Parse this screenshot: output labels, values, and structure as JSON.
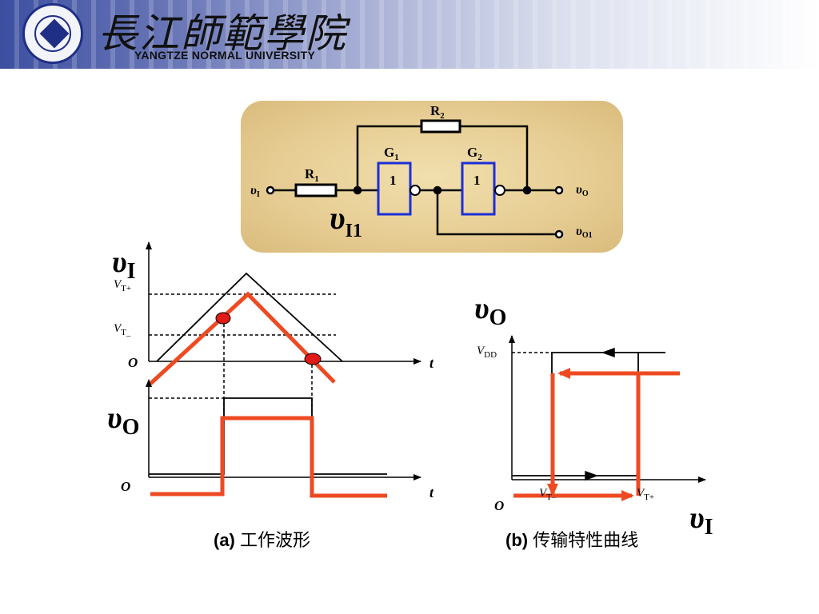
{
  "header": {
    "school_name_cn": "長江師範學院",
    "school_name_en": "YANGTZE NORMAL UNIVERSITY"
  },
  "circuit": {
    "r1": "R",
    "r1_sub": "1",
    "r2": "R",
    "r2_sub": "2",
    "g1": "G",
    "g1_sub": "1",
    "g2": "G",
    "g2_sub": "2",
    "g1_symbol": "1",
    "g2_symbol": "1",
    "vi": "υ",
    "vi_sub": "I",
    "vo": "υ",
    "vo_sub": "O",
    "vo1": "υ",
    "vo1_sub": "O1",
    "vi1": "υ",
    "vi1_sub": "I1"
  },
  "waveform": {
    "vi_axis": "υ",
    "vi_axis_sub": "I",
    "vt_plus": "V",
    "vt_plus_sub": "T+",
    "vt_minus": "V",
    "vt_minus_sub": "T_",
    "origin_top": "O",
    "t_top": "t",
    "vo_axis": "υ",
    "vo_axis_sub": "O",
    "origin_bottom": "O",
    "t_bottom": "t",
    "caption_prefix": "(a)",
    "caption_text": "工作波形"
  },
  "transfer": {
    "vo_axis": "υ",
    "vo_axis_sub": "O",
    "vdd": "V",
    "vdd_sub": "DD",
    "origin": "O",
    "vt_minus": "V",
    "vt_minus_sub": "T–",
    "vt_plus": "V",
    "vt_plus_sub": "T+",
    "vi_axis": "υ",
    "vi_axis_sub": "I",
    "caption_prefix": "(b)",
    "caption_text": "传输特性曲线"
  },
  "colors": {
    "highlight": "#ee4a22",
    "gate": "#1c2fd6",
    "marker": "#e01a14",
    "banner": "#3c4fa0"
  }
}
